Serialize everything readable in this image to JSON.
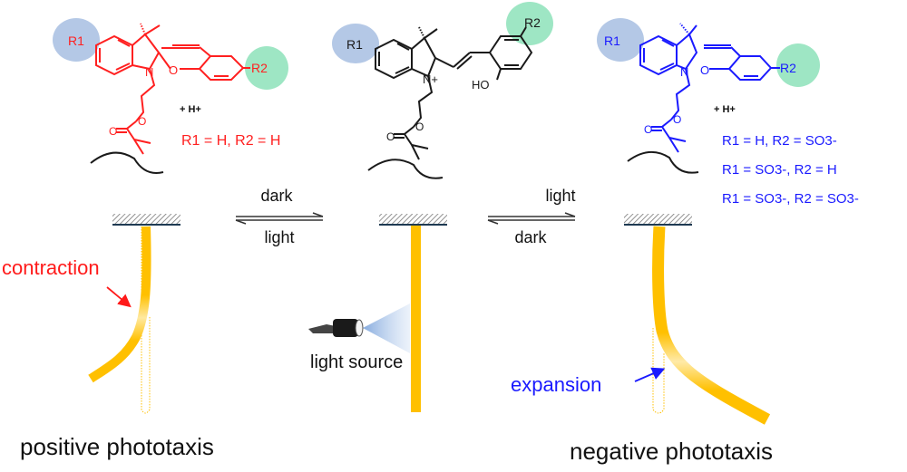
{
  "colors": {
    "closed_form_left": "#ff2020",
    "open_form": "#1a1a1a",
    "closed_form_right": "#1a1aff",
    "r1_highlight": "#b4c8e6",
    "r2_highlight": "#9ee6c4",
    "strip": "#ffc000",
    "contraction_label": "#ff1a1a",
    "expansion_label": "#1a1aff"
  },
  "left_molecule": {
    "r1": "R1",
    "r2": "R2",
    "n_label": "N",
    "o_ring_label": "O",
    "ester_o": "O",
    "carbonyl_o": "O",
    "proton": "+ H+",
    "substituents": "R1 = H, R2 = H"
  },
  "middle_molecule": {
    "r1": "R1",
    "r2": "R2",
    "n_label": "N+",
    "ho_label": "HO",
    "ester_o": "O",
    "carbonyl_o": "O"
  },
  "right_molecule": {
    "r1": "R1",
    "r2": "R2",
    "n_label": "N",
    "o_ring_label": "O",
    "ester_o": "O",
    "carbonyl_o": "O",
    "proton": "+ H+",
    "substituents": [
      "R1 = H, R2 = SO3-",
      "R1 = SO3-, R2 = H",
      "R1 = SO3-, R2 = SO3-"
    ]
  },
  "equilibria": [
    {
      "top": "dark",
      "bottom": "light"
    },
    {
      "top": "light",
      "bottom": "dark"
    }
  ],
  "annotations": {
    "contraction": "contraction",
    "expansion": "expansion",
    "light_source": "light source"
  },
  "captions": {
    "left": "positive phototaxis",
    "right": "negative phototaxis"
  }
}
